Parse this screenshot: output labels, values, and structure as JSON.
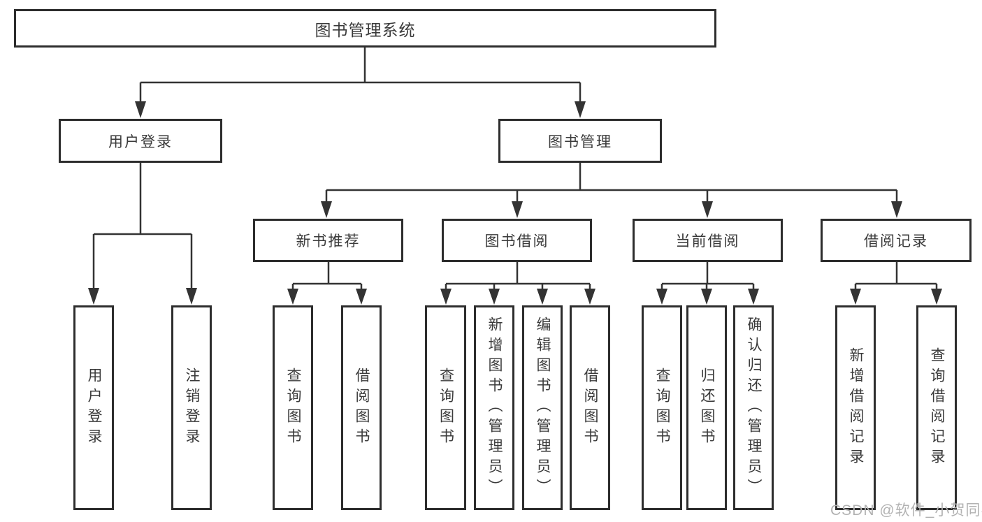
{
  "diagram": {
    "root": {
      "label": "图书管理系统"
    },
    "level2": [
      {
        "label": "用户登录"
      },
      {
        "label": "图书管理"
      }
    ],
    "level3": [
      {
        "label": "新书推荐"
      },
      {
        "label": "图书借阅"
      },
      {
        "label": "当前借阅"
      },
      {
        "label": "借阅记录"
      }
    ],
    "leaves": {
      "user_login": [
        {
          "label": "用户登录"
        },
        {
          "label": "注销登录"
        }
      ],
      "new_book": [
        {
          "label": "查询图书"
        },
        {
          "label": "借阅图书"
        }
      ],
      "book_borrow": [
        {
          "label": "查询图书"
        },
        {
          "label": "新增图书（管理员）"
        },
        {
          "label": "编辑图书（管理员）"
        },
        {
          "label": "借阅图书"
        }
      ],
      "current_borrow": [
        {
          "label": "查询图书"
        },
        {
          "label": "归还图书"
        },
        {
          "label": "确认归还（管理员）"
        }
      ],
      "borrow_record": [
        {
          "label": "新增借阅记录"
        },
        {
          "label": "查询借阅记录"
        }
      ]
    },
    "watermark": "CSDN @软件_小贺同学",
    "colors": {
      "line": "#333333",
      "box_border": "#2d2d2d",
      "text": "#3a3a3a",
      "background": "#ffffff",
      "watermark": "#b2b2b2"
    }
  }
}
